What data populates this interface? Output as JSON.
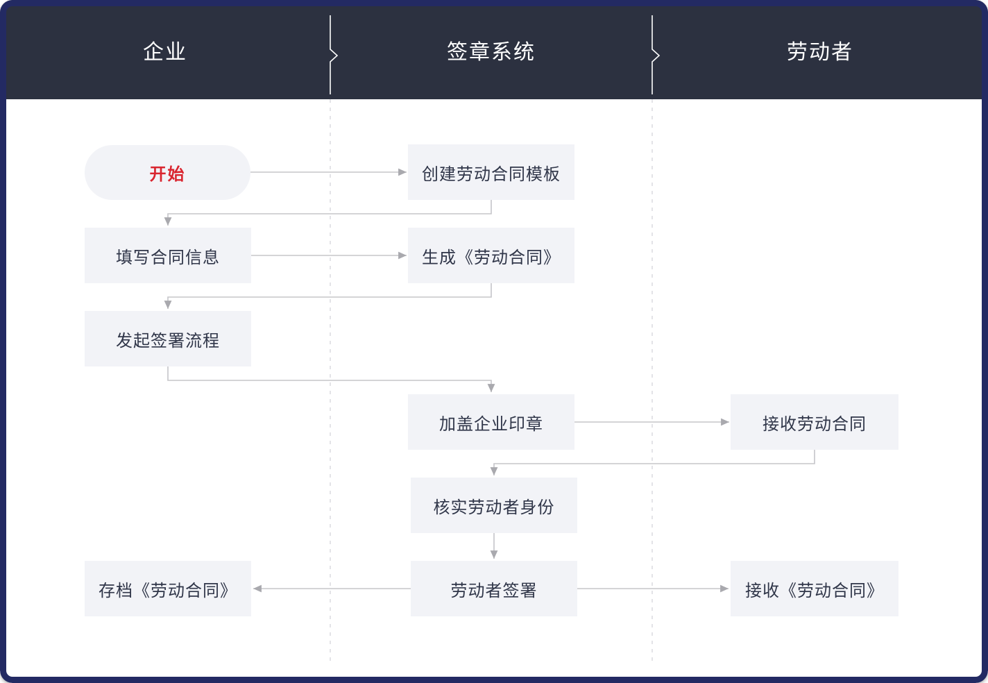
{
  "header": {
    "lanes": [
      {
        "label": "企业"
      },
      {
        "label": "签章系统"
      },
      {
        "label": "劳动者"
      }
    ]
  },
  "diagram": {
    "nodes": [
      {
        "id": "start",
        "label": "开始",
        "lane": "企业",
        "type": "terminator",
        "text_color": "#d9252f"
      },
      {
        "id": "create-template",
        "label": "创建劳动合同模板",
        "lane": "签章系统",
        "type": "process"
      },
      {
        "id": "fill-contract-info",
        "label": "填写合同信息",
        "lane": "企业",
        "type": "process"
      },
      {
        "id": "generate-contract",
        "label": "生成《劳动合同》",
        "lane": "签章系统",
        "type": "process"
      },
      {
        "id": "initiate-signing",
        "label": "发起签署流程",
        "lane": "企业",
        "type": "process"
      },
      {
        "id": "apply-company-seal",
        "label": "加盖企业印章",
        "lane": "签章系统",
        "type": "process"
      },
      {
        "id": "receive-contract",
        "label": "接收劳动合同",
        "lane": "劳动者",
        "type": "process"
      },
      {
        "id": "verify-worker-identity",
        "label": "核实劳动者身份",
        "lane": "签章系统",
        "type": "process"
      },
      {
        "id": "archive-contract",
        "label": "存档《劳动合同》",
        "lane": "企业",
        "type": "process"
      },
      {
        "id": "worker-sign",
        "label": "劳动者签署",
        "lane": "签章系统",
        "type": "process"
      },
      {
        "id": "receive-signed-contract",
        "label": "接收《劳动合同》",
        "lane": "劳动者",
        "type": "process"
      }
    ],
    "edges": [
      {
        "from": "start",
        "to": "create-template"
      },
      {
        "from": "create-template",
        "to": "fill-contract-info"
      },
      {
        "from": "fill-contract-info",
        "to": "generate-contract"
      },
      {
        "from": "generate-contract",
        "to": "initiate-signing"
      },
      {
        "from": "initiate-signing",
        "to": "apply-company-seal"
      },
      {
        "from": "apply-company-seal",
        "to": "receive-contract"
      },
      {
        "from": "receive-contract",
        "to": "verify-worker-identity"
      },
      {
        "from": "verify-worker-identity",
        "to": "worker-sign"
      },
      {
        "from": "worker-sign",
        "to": "archive-contract"
      },
      {
        "from": "worker-sign",
        "to": "receive-signed-contract"
      }
    ]
  },
  "colors": {
    "frame_border": "#232a63",
    "header_bg": "#2c3140",
    "header_text": "#ffffff",
    "node_bg": "#f2f3f7",
    "node_text": "#303649",
    "start_text": "#d9252f",
    "connector": "#c5c5c9",
    "arrowhead": "#a9a9ae",
    "lane_divider_dash": "#e3e3e7"
  }
}
